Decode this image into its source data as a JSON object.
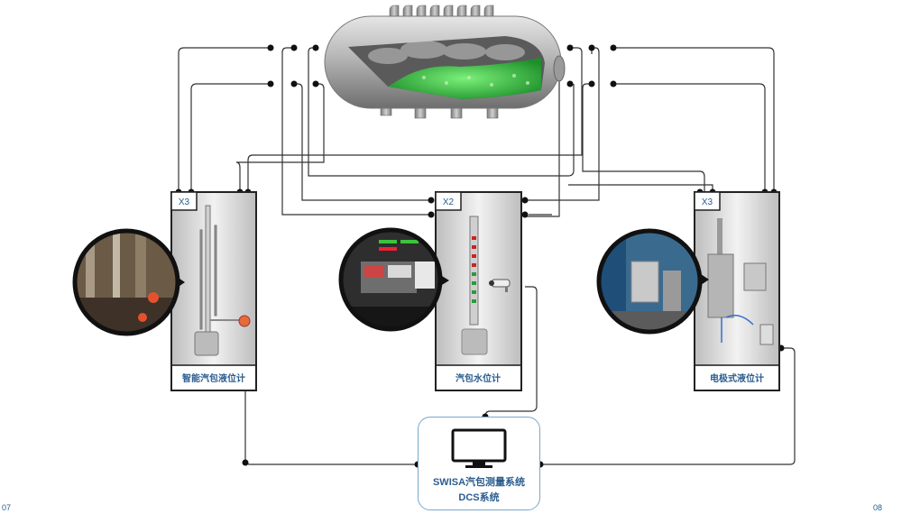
{
  "instruments": [
    {
      "id": "smart",
      "badge": "X3",
      "label": "智能汽包液位计"
    },
    {
      "id": "water",
      "badge": "X2",
      "label": "汽包水位计"
    },
    {
      "id": "electrode",
      "badge": "X3",
      "label": "电极式液位计"
    }
  ],
  "dcs": {
    "line1": "SWISA汽包测量系统",
    "line2": "DCS系统"
  },
  "pages": {
    "left": "07",
    "right": "08"
  },
  "colors": {
    "accent": "#2a5d8f",
    "line": "#333333",
    "panel": "#d9d9d9",
    "steam": "#9a9a9a",
    "water": "#2fbf3a"
  },
  "icons": [
    "steam-drum",
    "monitor-icon",
    "camera-icon",
    "magnifier-photo"
  ]
}
